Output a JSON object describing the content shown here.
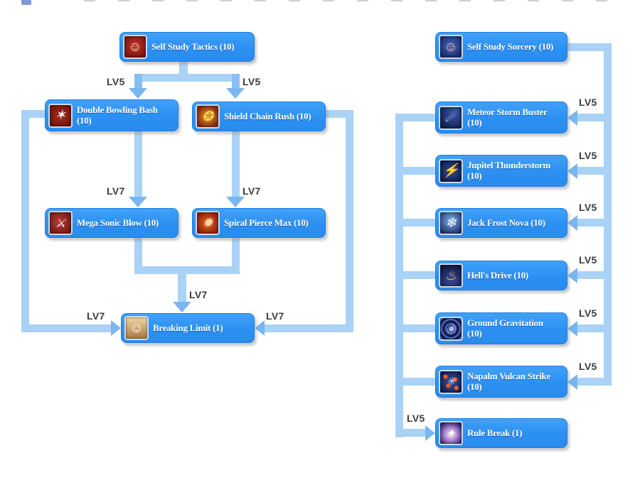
{
  "left_tree": {
    "nodes": {
      "self_study_tactics": {
        "label": "Self Study Tactics (10)",
        "icon": "self-study-tactics-icon",
        "glyph": "☺"
      },
      "double_bowling_bash": {
        "label": "Double Bowling Bash (10)",
        "icon": "double-bowling-bash-icon",
        "glyph": "✶"
      },
      "shield_chain_rush": {
        "label": "Shield Chain Rush (10)",
        "icon": "shield-chain-rush-icon",
        "glyph": "✪"
      },
      "mega_sonic_blow": {
        "label": "Mega Sonic Blow (10)",
        "icon": "mega-sonic-blow-icon",
        "glyph": "⚔"
      },
      "spiral_pierce_max": {
        "label": "Spiral Pierce Max (10)",
        "icon": "spiral-pierce-max-icon",
        "glyph": "✹"
      },
      "breaking_limit": {
        "label": "Breaking Limit (1)",
        "icon": "breaking-limit-icon",
        "glyph": "☺"
      }
    },
    "edge_labels": {
      "split_left": "LV5",
      "split_right": "LV5",
      "dbb_msb": "LV7",
      "scr_spm": "LV7",
      "merge_bl": "LV7",
      "dbb_bl": "LV7",
      "scr_bl": "LV7"
    }
  },
  "right_tree": {
    "nodes": {
      "self_study_sorcery": {
        "label": "Self Study Sorcery (10)",
        "icon": "self-study-sorcery-icon",
        "glyph": "☺"
      },
      "meteor_storm_buster": {
        "label": "Meteor Storm Buster (10)",
        "icon": "meteor-storm-buster-icon",
        "glyph": "☄"
      },
      "jupitel_thunderstorm": {
        "label": "Jupitel Thunderstorm (10)",
        "icon": "jupitel-thunderstorm-icon",
        "glyph": "⚡"
      },
      "jack_frost_nova": {
        "label": "Jack Frost Nova (10)",
        "icon": "jack-frost-nova-icon",
        "glyph": "❄"
      },
      "hells_drive": {
        "label": "Hell's Drive (10)",
        "icon": "hells-drive-icon",
        "glyph": "♨"
      },
      "ground_gravitation": {
        "label": "Ground Gravitation (10)",
        "icon": "ground-gravitation-icon",
        "glyph": "◉"
      },
      "napalm_vulcan_strike": {
        "label": "Napalm Vulcan Strike (10)",
        "icon": "napalm-vulcan-strike-icon",
        "glyph": "✳"
      },
      "rule_break": {
        "label": "Rule Break (1)",
        "icon": "rule-break-icon",
        "glyph": "✦"
      }
    },
    "edge_labels": {
      "meteor": "LV5",
      "jupitel": "LV5",
      "jack_frost": "LV5",
      "hells_drive": "LV5",
      "ground": "LV5",
      "napalm": "LV5",
      "rule_break": "LV5"
    }
  },
  "colors": {
    "node_fill": "#2e96f5",
    "node_border": "#1f7cdd",
    "node_text": "#ffffff",
    "connector": "#a9d2f6",
    "arrowhead": "#79b6f0",
    "edge_label_text": "#3c3c3c",
    "background": "#ffffff"
  }
}
